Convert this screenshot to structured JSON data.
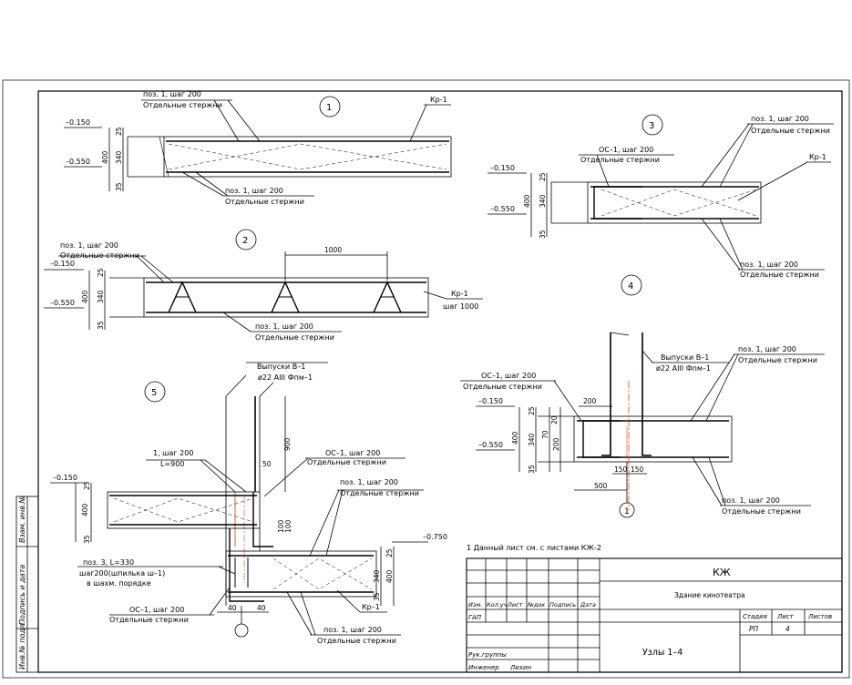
{
  "title_block": {
    "code": "КЖ",
    "building": "Здание кинотеатра",
    "sheet_title": "Узлы 1–4",
    "headers": [
      "Изм.",
      "Кол.уч",
      "Лист",
      "№док",
      "Подпись",
      "Дата"
    ],
    "roles": [
      "ГАП",
      "",
      "",
      "Рук.группы",
      "Инженер"
    ],
    "names": [
      "",
      "",
      "",
      "",
      "Лихин"
    ],
    "col_labels": [
      "Стадия",
      "Лист",
      "Листов"
    ],
    "col_values": [
      "РП",
      "4",
      ""
    ]
  },
  "side_stamp": [
    "Инв.№ подл.",
    "Подпись и дата",
    "Взам. инв.№"
  ],
  "note": "1 Данный лист см. с листами КЖ-2",
  "nodes": {
    "n1": {
      "marker": "1",
      "top_pos": "поз. 1, шаг 200",
      "top_sub": "Отдельные стержни",
      "kr": "Кр-1",
      "lvl_top": "–0.150",
      "lvl_bot": "–0.550",
      "dims": [
        "25",
        "400",
        "340",
        "35"
      ],
      "bot_pos": "поз. 1, шаг 200",
      "bot_sub": "Отдельные стержни"
    },
    "n2": {
      "marker": "2",
      "top_pos": "поз. 1, шаг 200",
      "top_sub": "Отдельные стержни",
      "lvl_top": "–0.150",
      "lvl_bot": "–0.550",
      "dims": [
        "25",
        "400",
        "340",
        "35"
      ],
      "span": "1000",
      "kr": "Кр-1",
      "kr_step": "шаг 1000",
      "bot_pos": "поз. 1, шаг 200",
      "bot_sub": "Отдельные стержни"
    },
    "n3": {
      "marker": "3",
      "top_pos": "поз. 1, шаг 200",
      "top_sub": "Отдельные стержни",
      "os": "ОС–1, шаг 200",
      "os_sub": "Отдельные стержни",
      "kr": "Кр-1",
      "lvl_top": "–0.150",
      "lvl_bot": "–0.550",
      "dims": [
        "25",
        "400",
        "340",
        "35"
      ],
      "bot_pos": "поз. 1, шаг 200",
      "bot_sub": "Отдельные стержни"
    },
    "n4": {
      "marker": "4",
      "vyp": "Выпуски В–1",
      "vyp_sub": "ø22 AIII   Фпм–1",
      "top_pos": "поз. 1, шаг 200",
      "top_sub": "Отдельные стержни",
      "os": "ОС–1, шаг 200",
      "os_sub": "Отдельные стержни",
      "lvl_top": "–0.150",
      "lvl_bot": "–0.550",
      "dims": [
        "25",
        "400",
        "340",
        "35",
        "200",
        "20",
        "70",
        "200"
      ],
      "dims_bottom": [
        "150",
        "150",
        "500"
      ],
      "axis": "1",
      "bot_pos": "поз. 1, шаг 200",
      "bot_sub": "Отдельные стержни"
    },
    "n5": {
      "marker": "5",
      "vyp": "Выпуски В–1",
      "vyp_sub": "ø22 AIII   Фпм–1",
      "h900": "900",
      "pos1": "1, шаг 200",
      "pos1_l": "L=900",
      "os_top": "ОС–1, шаг 200",
      "os_top_sub": "Отдельные стержни",
      "d50": "50",
      "lvl_top": "–0.150",
      "lvl_r": "–0.750",
      "dims_left": [
        "25",
        "400",
        "35"
      ],
      "top_pos": "поз. 1, шаг 200",
      "top_sub": "Отдельные стержни",
      "d100a": "100",
      "d100b": "100",
      "pos3": "поз. 3, L=330",
      "pos3_sub": "шаг200(шпилька ш–1)",
      "pos3_sub2": "в шахм. порядке",
      "dims_right": [
        "340",
        "400",
        "25",
        "35"
      ],
      "kr": "Кр–1",
      "os_bot": "ОС–1, шаг 200",
      "os_bot_sub": "Отдельные стержни",
      "d40a": "40",
      "d40b": "40",
      "bot_pos": "поз. 1, шаг 200",
      "bot_sub": "Отдельные стержни"
    }
  }
}
